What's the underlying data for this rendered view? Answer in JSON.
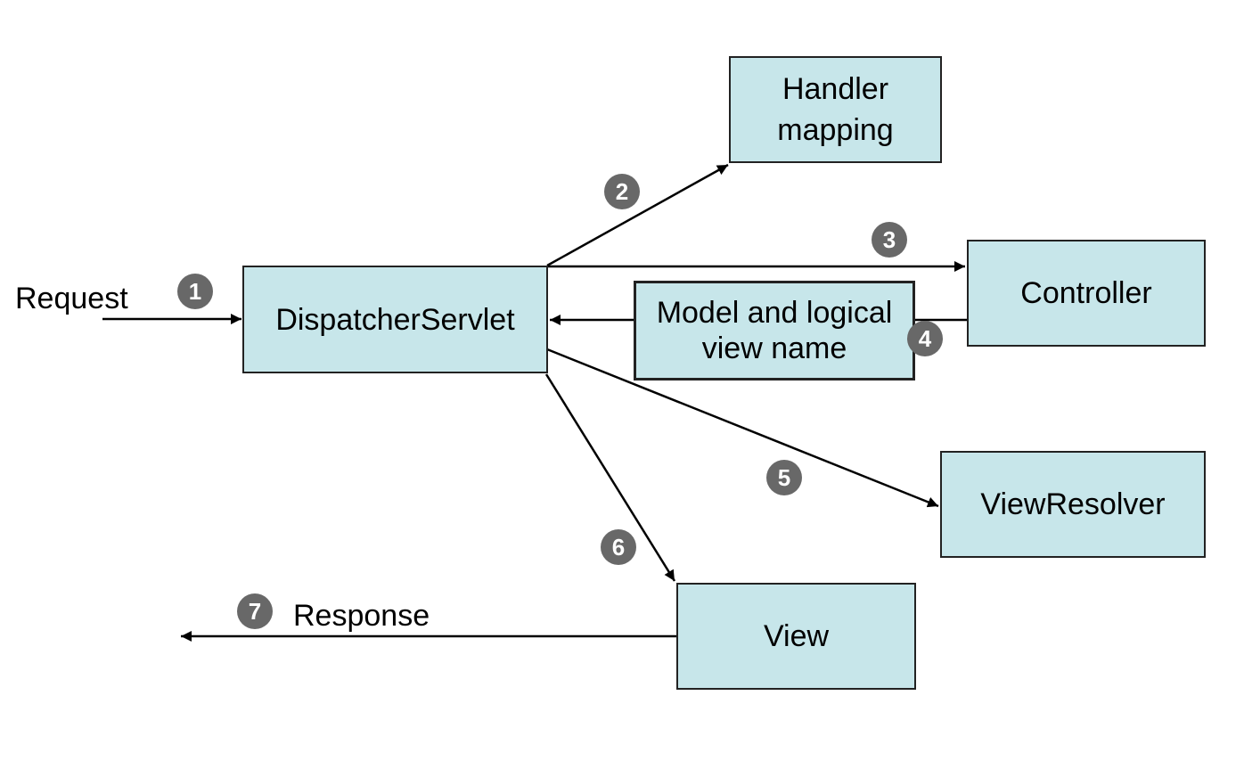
{
  "colors": {
    "box_fill": "#c7e6ea",
    "box_border": "#222222",
    "arrow": "#000000",
    "step_badge": "#686868",
    "step_text": "#ffffff"
  },
  "boxes": {
    "dispatcher": "DispatcherServlet",
    "handler_mapping": [
      "Handler",
      "mapping"
    ],
    "controller": "Controller",
    "model_view": [
      "Model and logical",
      "view name"
    ],
    "view_resolver": "ViewResolver",
    "view": "View"
  },
  "labels": {
    "request": "Request",
    "response": "Response"
  },
  "steps": [
    "1",
    "2",
    "3",
    "4",
    "5",
    "6",
    "7"
  ]
}
